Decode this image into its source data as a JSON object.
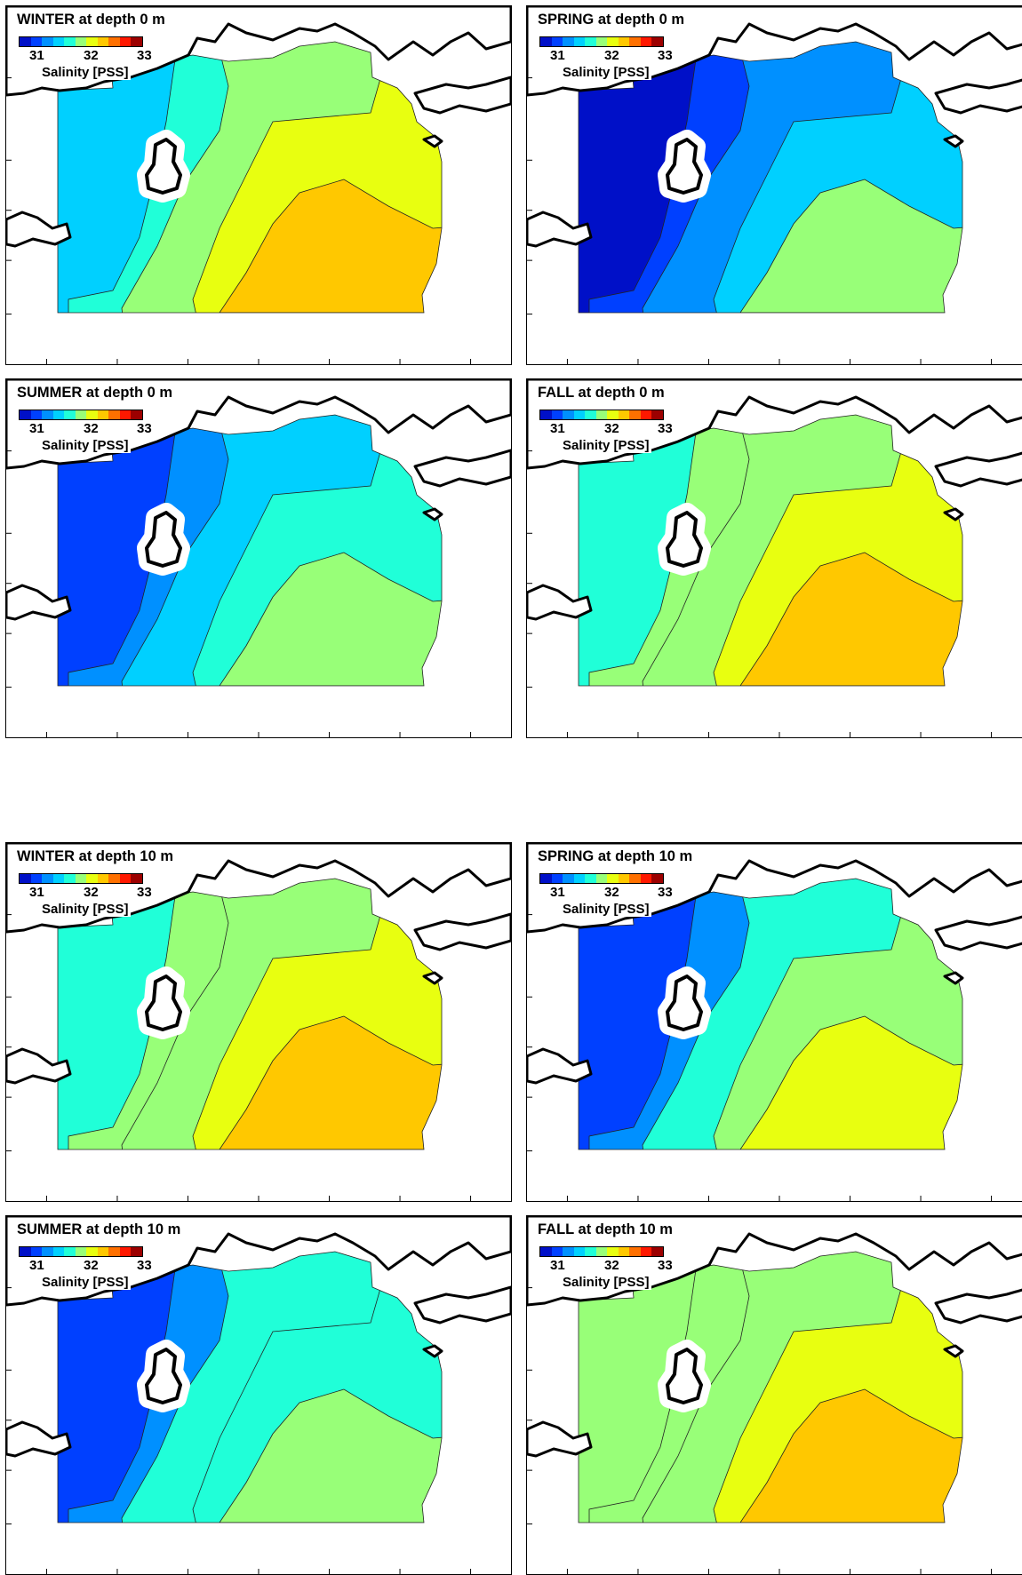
{
  "colorbar": {
    "colors": [
      "#0010c8",
      "#0040ff",
      "#0090ff",
      "#00d0ff",
      "#20ffd8",
      "#98ff78",
      "#e8ff10",
      "#ffc800",
      "#ff7000",
      "#ff1800",
      "#9c0000"
    ],
    "ticks": [
      "31",
      "32",
      "33"
    ],
    "label": "Salinity [PSS]"
  },
  "panels": [
    {
      "title": "WINTER at depth 0 m",
      "zones": [
        "#00d0ff",
        "#20ffd8",
        "#98ff78",
        "#e8ff10",
        "#ffc800"
      ]
    },
    {
      "title": "SPRING at depth 0 m",
      "zones": [
        "#0010c8",
        "#0040ff",
        "#0090ff",
        "#00d0ff",
        "#98ff78"
      ]
    },
    {
      "title": "SUMMER at depth 0 m",
      "zones": [
        "#0040ff",
        "#0090ff",
        "#00d0ff",
        "#20ffd8",
        "#98ff78"
      ]
    },
    {
      "title": "FALL at depth 0 m",
      "zones": [
        "#20ffd8",
        "#98ff78",
        "#98ff78",
        "#e8ff10",
        "#ffc800"
      ]
    },
    {
      "title": "WINTER at depth 10 m",
      "zones": [
        "#20ffd8",
        "#98ff78",
        "#98ff78",
        "#e8ff10",
        "#ffc800"
      ]
    },
    {
      "title": "SPRING at depth 10 m",
      "zones": [
        "#0040ff",
        "#0090ff",
        "#20ffd8",
        "#98ff78",
        "#e8ff10"
      ]
    },
    {
      "title": "SUMMER at depth 10 m",
      "zones": [
        "#0040ff",
        "#0090ff",
        "#20ffd8",
        "#20ffd8",
        "#98ff78"
      ]
    },
    {
      "title": "FALL at depth 10 m",
      "zones": [
        "#98ff78",
        "#98ff78",
        "#98ff78",
        "#e8ff10",
        "#ffc800"
      ]
    }
  ]
}
